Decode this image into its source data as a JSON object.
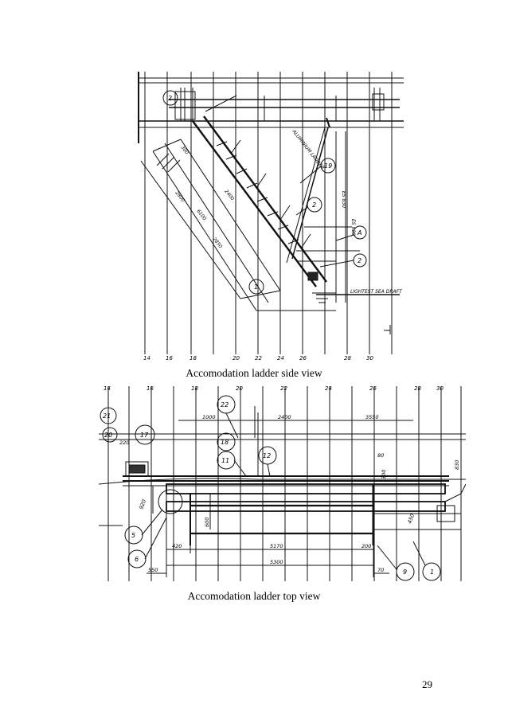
{
  "figures": [
    {
      "caption": "Accomodation ladder side view",
      "frame_numbers": [
        "14",
        "16",
        "18",
        "20",
        "22",
        "24",
        "26",
        "28",
        "30"
      ],
      "callouts": [
        "2",
        "19",
        "2",
        "A",
        "2",
        "1"
      ],
      "dimensions": [
        "2800",
        "2400",
        "6100",
        "2850",
        "300",
        "ES 830",
        "ES 920"
      ],
      "notes": [
        "LIGHTEST SEA DRAFT",
        "ALUMINIUM LADDER"
      ]
    },
    {
      "caption": "Accomodation ladder top view",
      "frame_numbers": [
        "14",
        "16",
        "18",
        "20",
        "22",
        "24",
        "26",
        "28",
        "30"
      ],
      "callouts": [
        "21",
        "20",
        "17",
        "22",
        "18",
        "11",
        "12",
        "5",
        "6",
        "9",
        "1"
      ],
      "dimensions": [
        "1000",
        "2400",
        "3550",
        "220",
        "5170",
        "5300",
        "420",
        "550",
        "200",
        "70",
        "920",
        "600",
        "830",
        "80",
        "300",
        "450"
      ]
    }
  ],
  "page_number": "29"
}
